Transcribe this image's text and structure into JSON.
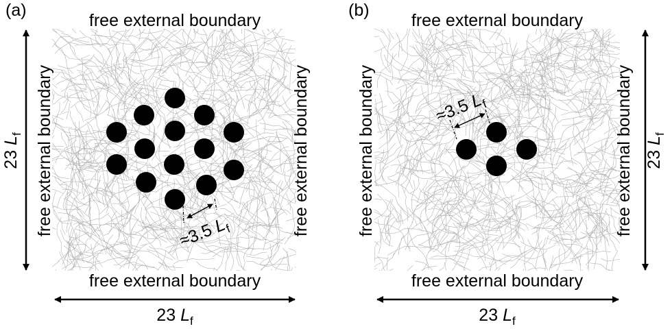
{
  "panels": [
    {
      "id": "a",
      "label": "(a)",
      "boundary_top": "free external boundary",
      "boundary_bottom": "free external boundary",
      "boundary_left": "free external boundary",
      "boundary_right": "free external boundary",
      "width_dim_num": "23",
      "width_dim_sym": "L",
      "width_dim_sub": "f",
      "height_dim_num": "23",
      "height_dim_sym": "L",
      "height_dim_sub": "f",
      "spacing_approx": "≈3.5",
      "spacing_sym": "L",
      "spacing_sub": "f",
      "inclusion_count": 14
    },
    {
      "id": "b",
      "label": "(b)",
      "boundary_top": "free external boundary",
      "boundary_bottom": "free external boundary",
      "boundary_left": "free external boundary",
      "boundary_right": "free external boundary",
      "width_dim_num": "23",
      "width_dim_sym": "L",
      "width_dim_sub": "f",
      "height_dim_num": "23",
      "height_dim_sym": "L",
      "height_dim_sub": "f",
      "spacing_approx": "≈3.5",
      "spacing_sym": "L",
      "spacing_sub": "f",
      "inclusion_count": 4
    }
  ],
  "colors": {
    "fiber": "#9a9a9a",
    "inclusion": "#000000",
    "background": "#ffffff"
  }
}
